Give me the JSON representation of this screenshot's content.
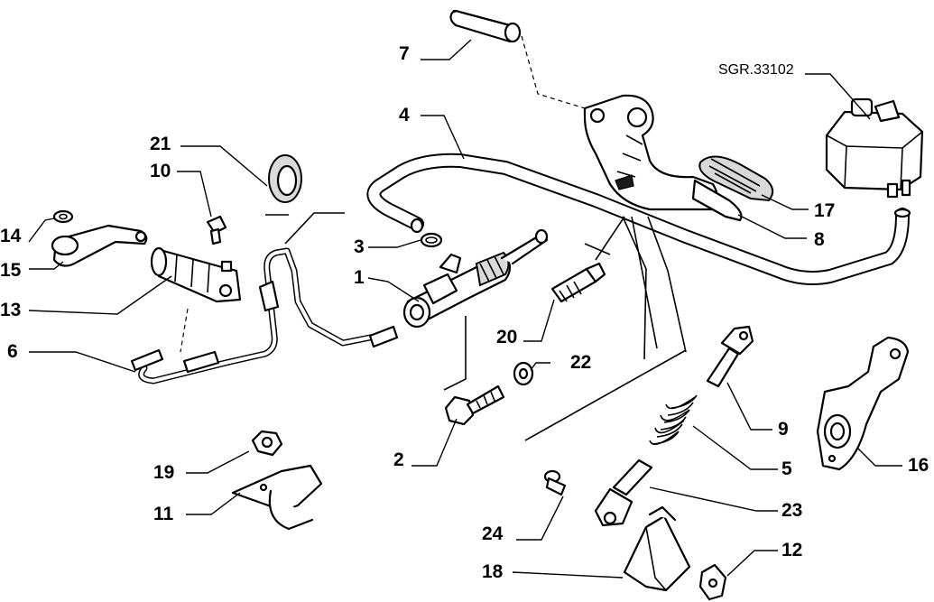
{
  "diagram": {
    "reference": "SGR.33102",
    "callouts": {
      "p1": "1",
      "p2": "2",
      "p3": "3",
      "p4": "4",
      "p5": "5",
      "p6": "6",
      "p7": "7",
      "p8": "8",
      "p9": "9",
      "p10": "10",
      "p11": "11",
      "p12": "12",
      "p13": "13",
      "p14": "14",
      "p15": "15",
      "p16": "16",
      "p17": "17",
      "p18": "18",
      "p19": "19",
      "p20": "20",
      "p21": "21",
      "p22": "22",
      "p23": "23",
      "p24": "24"
    }
  }
}
